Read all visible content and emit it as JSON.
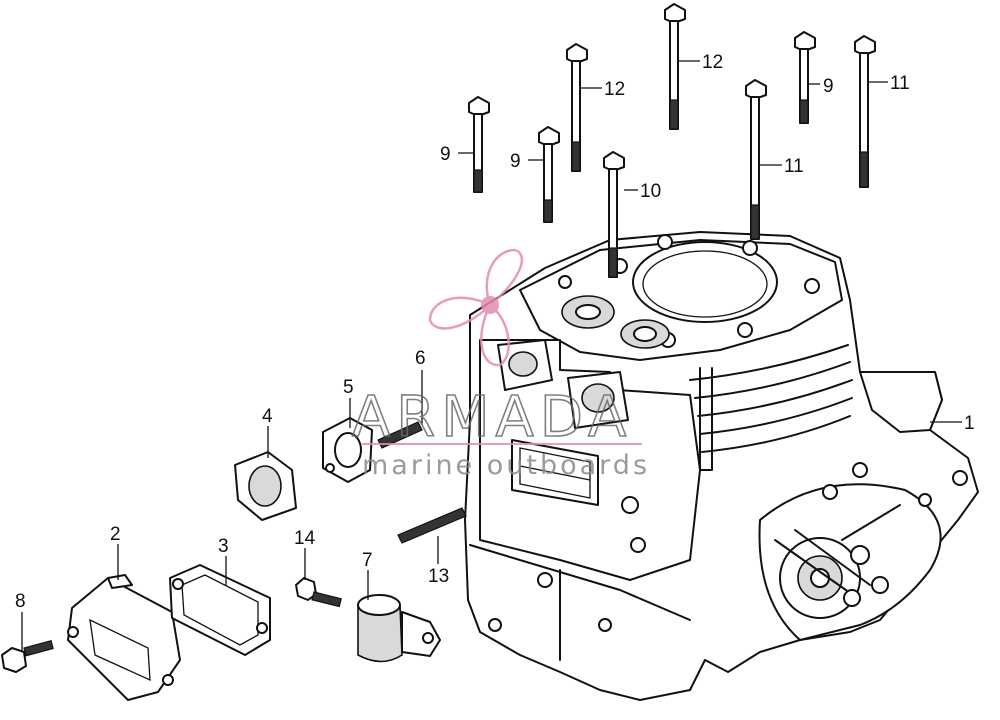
{
  "watermark": {
    "brand": "ARMADA",
    "tagline": "marine outboards",
    "accent_color": "#e58bb0",
    "text_color": "#6a6a6a"
  },
  "callouts": [
    {
      "id": "1",
      "label": "1"
    },
    {
      "id": "2",
      "label": "2"
    },
    {
      "id": "3",
      "label": "3"
    },
    {
      "id": "4",
      "label": "4"
    },
    {
      "id": "5",
      "label": "5"
    },
    {
      "id": "6",
      "label": "6"
    },
    {
      "id": "7",
      "label": "7"
    },
    {
      "id": "8",
      "label": "8"
    },
    {
      "id": "9a",
      "label": "9"
    },
    {
      "id": "9b",
      "label": "9"
    },
    {
      "id": "9c",
      "label": "9"
    },
    {
      "id": "10",
      "label": "10"
    },
    {
      "id": "11a",
      "label": "11"
    },
    {
      "id": "11b",
      "label": "11"
    },
    {
      "id": "12a",
      "label": "12"
    },
    {
      "id": "12b",
      "label": "12"
    },
    {
      "id": "13",
      "label": "13"
    },
    {
      "id": "14",
      "label": "14"
    }
  ]
}
